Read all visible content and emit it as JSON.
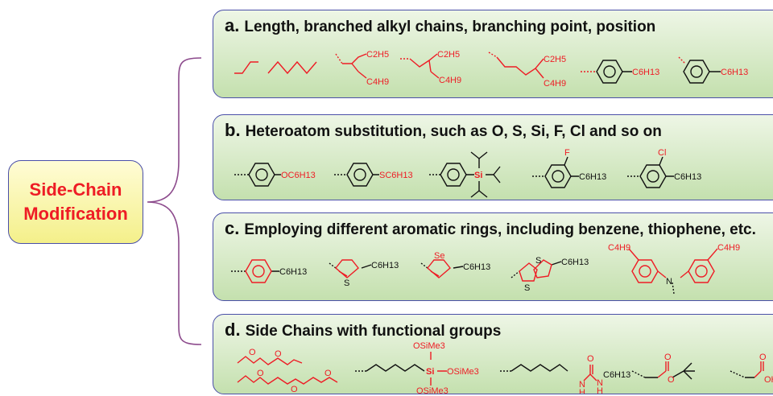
{
  "center": {
    "line1": "Side-Chain",
    "line2": "Modification"
  },
  "panels": [
    {
      "letter": "a.",
      "title": "Length, branched alkyl chains, branching point,  position"
    },
    {
      "letter": "b.",
      "title": "Heteroatom substitution, such as O, S, Si, F, Cl and so on"
    },
    {
      "letter": "c.",
      "title": "Employing different aromatic rings, including benzene, thiophene, etc."
    },
    {
      "letter": "d.",
      "title": "Side Chains with functional groups"
    }
  ],
  "labels": {
    "c2h5": "C2H5",
    "c4h9": "C4H9",
    "c6h13": "C6H13",
    "oc6h13": "OC6H13",
    "sc6h13": "SC6H13",
    "si": "Si",
    "f": "F",
    "cl": "Cl",
    "s": "S",
    "se": "Se",
    "n": "N",
    "o": "O",
    "osime3": "OSiMe3",
    "h": "H",
    "oh": "OH"
  },
  "colors": {
    "accent_red": "#ee1c25",
    "border_blue": "#4a4fa8",
    "panel_green": "#c4e0ae",
    "center_yellow": "#f4f08a"
  }
}
